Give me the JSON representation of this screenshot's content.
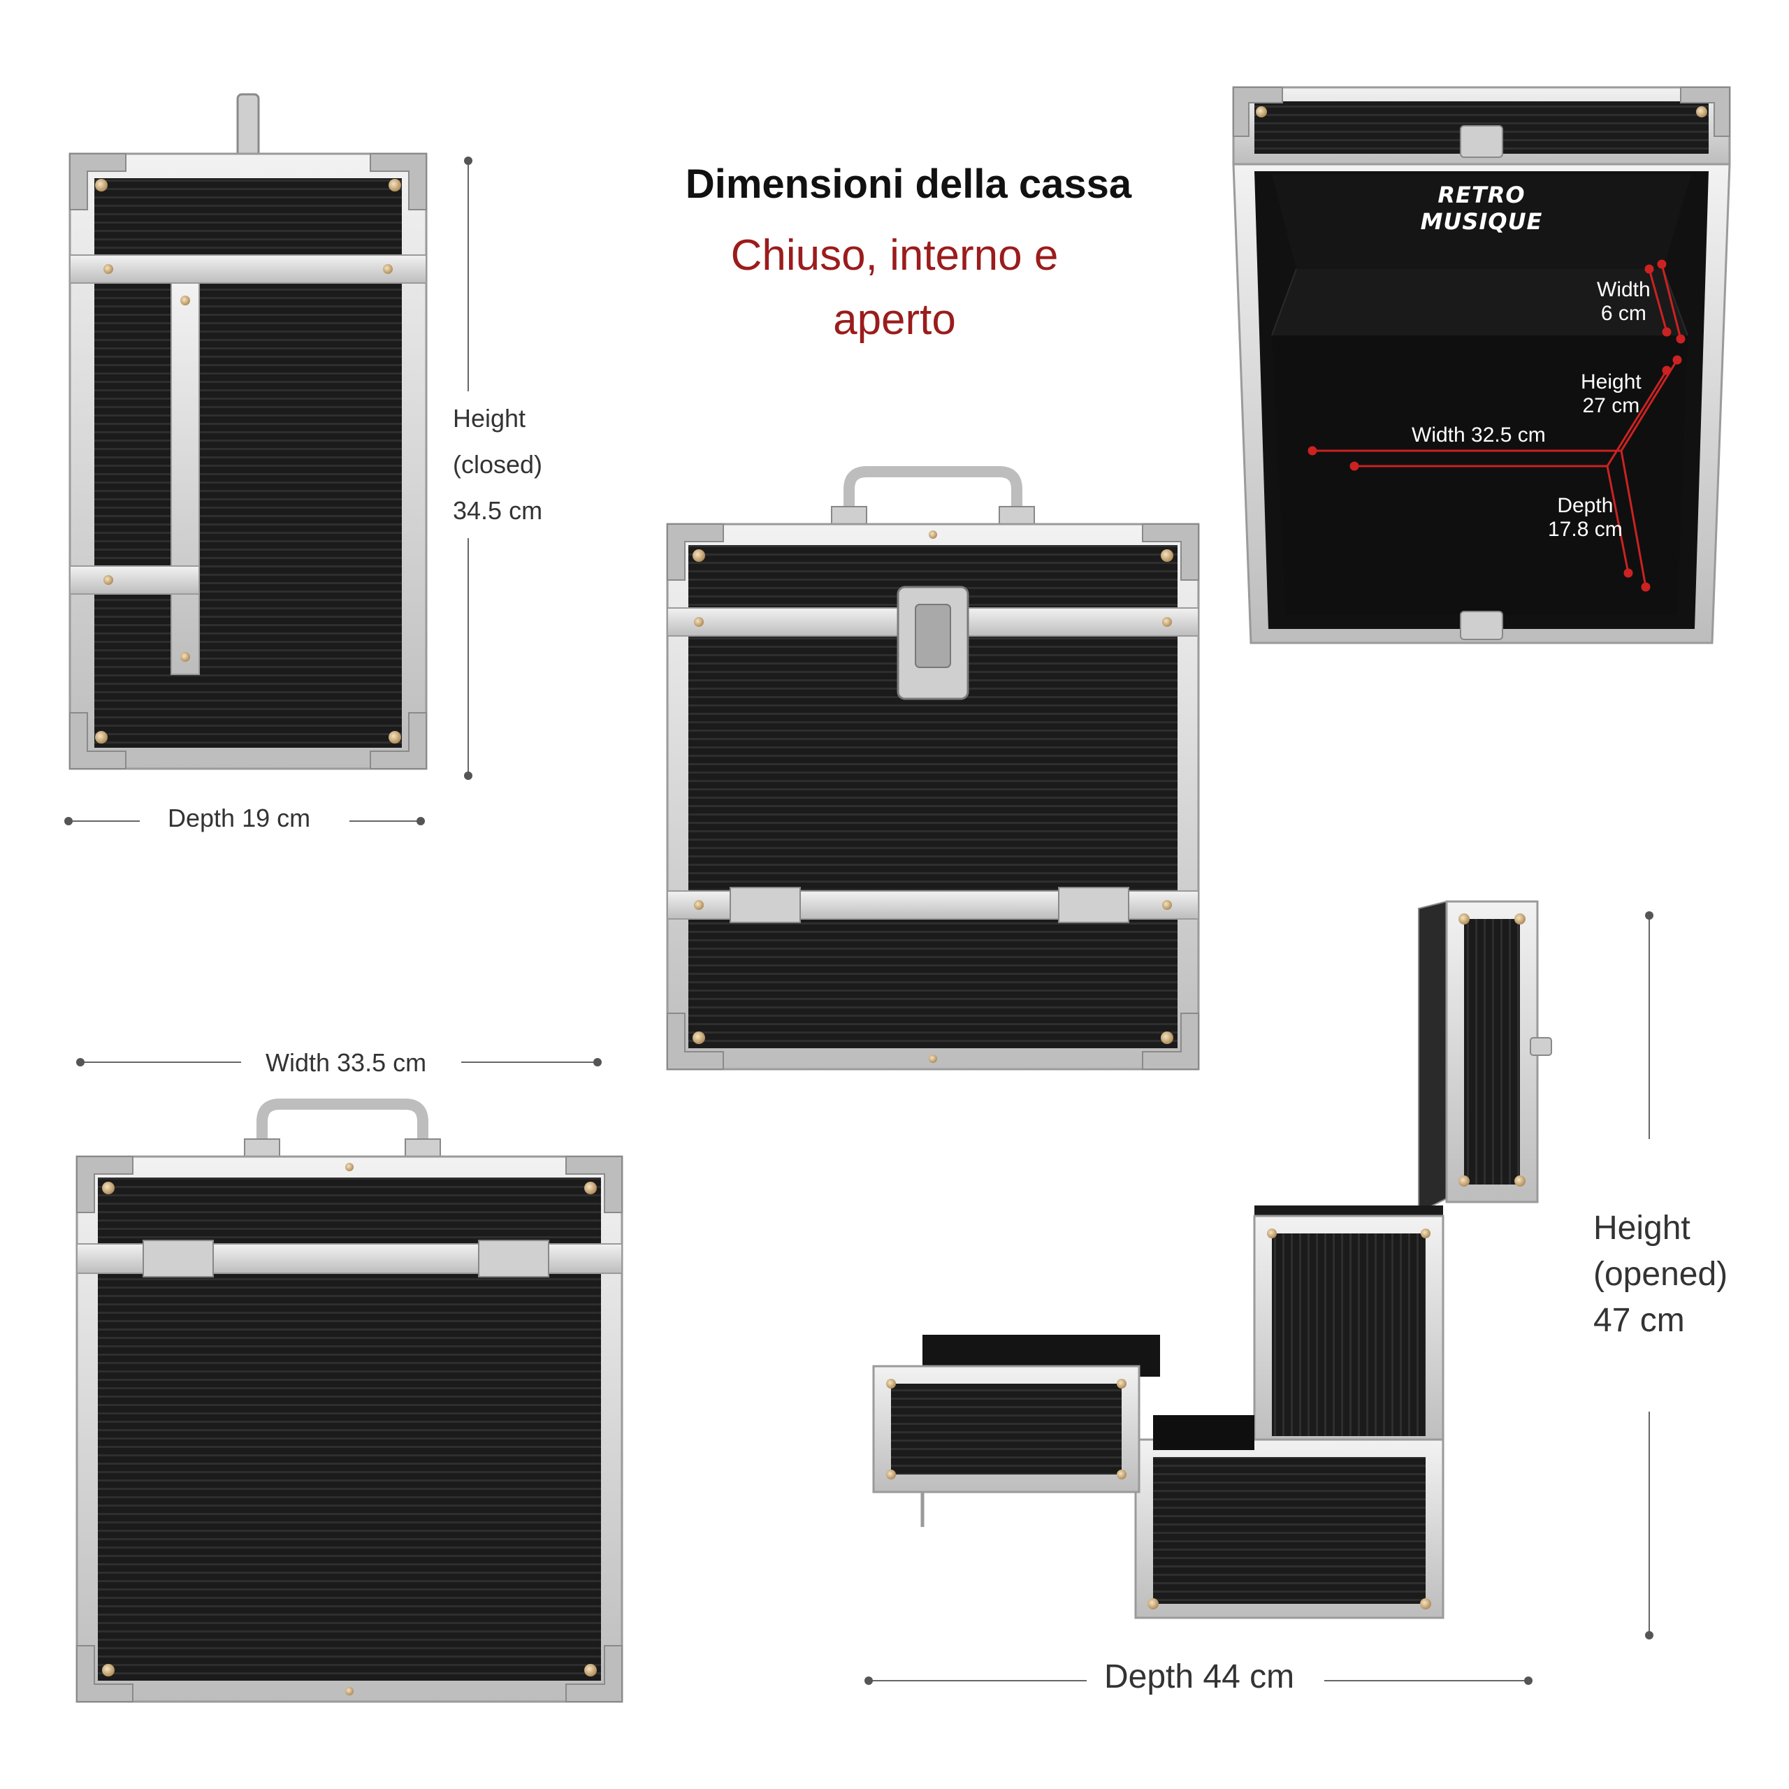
{
  "header": {
    "title": "Dimensioni della cassa",
    "subtitle_line1": "Chiuso, interno e",
    "subtitle_line2": "aperto"
  },
  "closed_side": {
    "height_line1": "Height",
    "height_line2": "(closed)",
    "height_line3": "34.5 cm",
    "depth_label": "Depth 19 cm"
  },
  "closed_back": {
    "width_label": "Width 33.5 cm"
  },
  "interior": {
    "brand": "RETRO MUSIQUE",
    "lid_width_line1": "Width",
    "lid_width_line2": "6 cm",
    "height_line1": "Height",
    "height_line2": "27 cm",
    "width_label": "Width 32.5 cm",
    "depth_line1": "Depth",
    "depth_line2": "17.8 cm"
  },
  "opened": {
    "height_line1": "Height",
    "height_line2": "(opened)",
    "height_line3": "47 cm",
    "depth_label": "Depth 44 cm"
  },
  "colors": {
    "panel": "#1c1c1c",
    "aluminum": "#d9d9d9",
    "accent_red": "#9b1c1c",
    "dimension_line": "#555555"
  }
}
